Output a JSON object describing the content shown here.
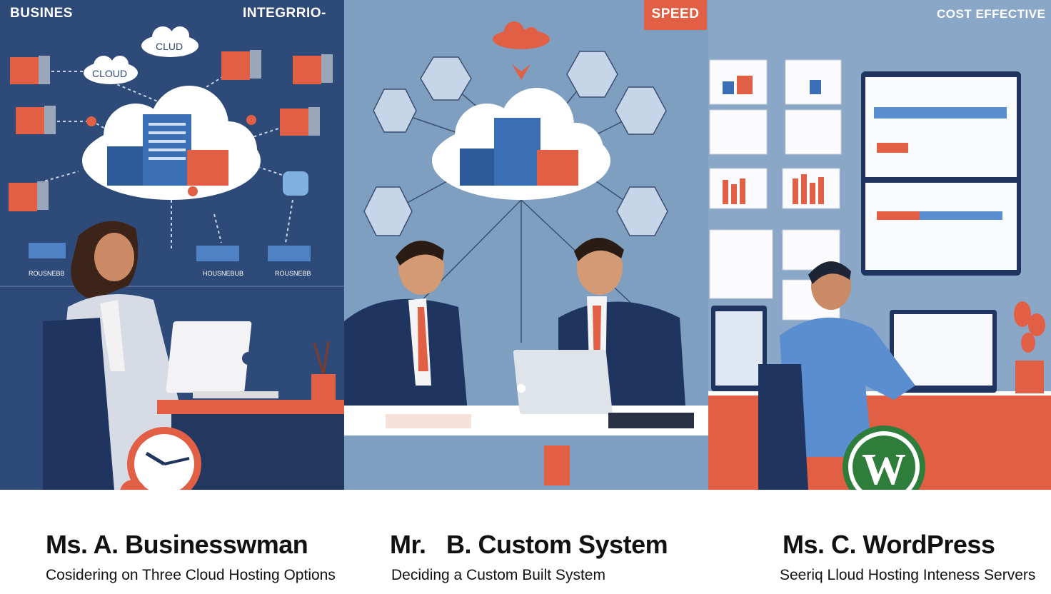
{
  "panels": [
    {
      "tag": "BUSINES",
      "tag2": "INTEGRRIO-",
      "cloud_labels": [
        "CLUD",
        "CLOUD"
      ],
      "server_labels": [
        "ROUSNEBB",
        "HOUSNEBUB",
        "ROUSNEBB"
      ]
    },
    {
      "tag": "SPEED"
    },
    {
      "tag": "COST EFFECTIVE"
    }
  ],
  "captions": [
    {
      "name": "Ms. A. Businesswman",
      "subtitle": "Cosidering on Three Cloud Hosting Options"
    },
    {
      "name": "Mr.   B. Custom System",
      "subtitle": "Deciding a Custom Built System"
    },
    {
      "name": "Ms. C. WordPress",
      "subtitle": "Seeriq Lloud Hosting Inteness Servers"
    }
  ],
  "colors": {
    "navy": "#2e4a78",
    "orange": "#e05f45",
    "steel": "#7f9fc0",
    "sky": "#8ba7c8",
    "wp_green": "#2e7d3a"
  },
  "icons": [
    "cloud-icon",
    "server-icon",
    "clock-icon",
    "wordpress-logo-icon",
    "laptop-icon",
    "monitor-icon"
  ]
}
